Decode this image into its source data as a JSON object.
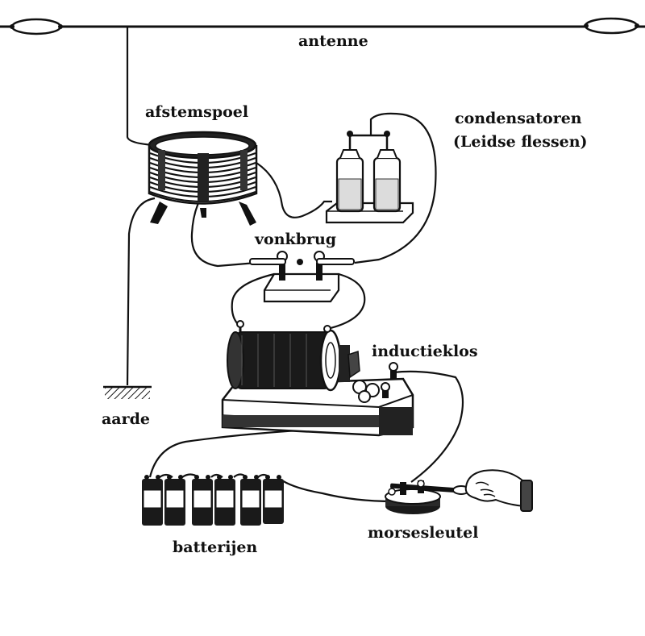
{
  "labels": {
    "antenna": "antenne",
    "tuning_coil": "afstemspoel",
    "capacitors_line1": "condensatoren",
    "capacitors_line2": "(Leidse flessen)",
    "spark_gap": "vonkbrug",
    "induction_coil": "inductieklos",
    "ground": "aarde",
    "batteries": "batterijen",
    "morse_key": "morsesleutel"
  },
  "colors": {
    "ink": "#111111",
    "paper": "#ffffff",
    "liquid": "#dcdcdc",
    "coil_dark": "#1a1a1a"
  }
}
